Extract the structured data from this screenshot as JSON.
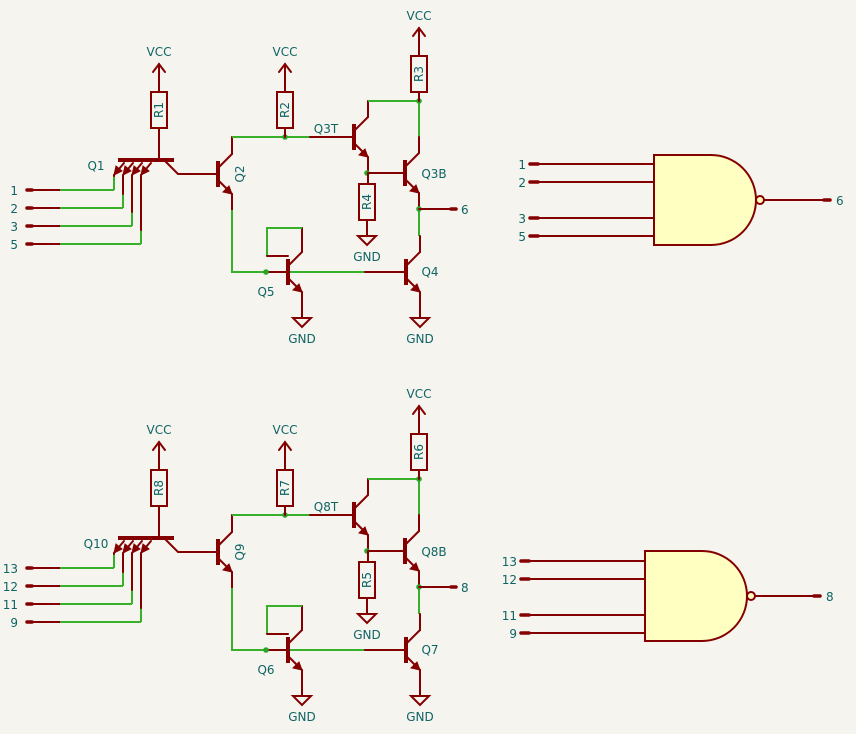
{
  "colors": {
    "background": "#f5f4ef",
    "wire": "#840000",
    "net": "#38b02a",
    "text": "#0f6464",
    "gate_fill": "#ffffc2"
  },
  "circuits": [
    {
      "power": [
        "VCC",
        "VCC",
        "VCC"
      ],
      "grounds": [
        "GND",
        "GND",
        "GND"
      ],
      "resistors": [
        "R1",
        "R2",
        "R3",
        "R4"
      ],
      "transistors": {
        "multi": "Q1",
        "phase": "Q2",
        "top": "Q3T",
        "bottom": "Q3B",
        "pulldown": "Q4",
        "clamp": "Q5"
      },
      "inputs": [
        "1",
        "2",
        "3",
        "5"
      ],
      "output": "6",
      "gate": {
        "inputs": [
          "1",
          "2",
          "3",
          "5"
        ],
        "output": "6"
      }
    },
    {
      "power": [
        "VCC",
        "VCC",
        "VCC"
      ],
      "grounds": [
        "GND",
        "GND",
        "GND"
      ],
      "resistors": [
        "R8",
        "R7",
        "R6",
        "R5"
      ],
      "transistors": {
        "multi": "Q10",
        "phase": "Q9",
        "top": "Q8T",
        "bottom": "Q8B",
        "pulldown": "Q7",
        "clamp": "Q6"
      },
      "inputs": [
        "13",
        "12",
        "11",
        "9"
      ],
      "output": "8",
      "gate": {
        "inputs": [
          "13",
          "12",
          "11",
          "9"
        ],
        "output": "8"
      }
    }
  ]
}
